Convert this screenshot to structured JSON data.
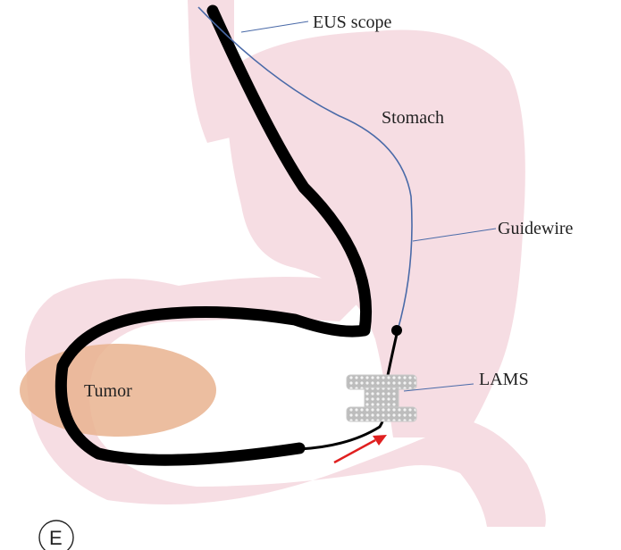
{
  "diagram": {
    "labels": {
      "eus_scope": "EUS scope",
      "stomach": "Stomach",
      "guidewire": "Guidewire",
      "lams": "LAMS",
      "tumor": "Tumor"
    },
    "panel_letter": "E"
  },
  "colors": {
    "organ": "#f6dde3",
    "tumor": "#e9b38f",
    "scope": "#000000",
    "guidewire": "#4a6aa8",
    "stent": "#c9c9c9",
    "arrow": "#e02020"
  }
}
